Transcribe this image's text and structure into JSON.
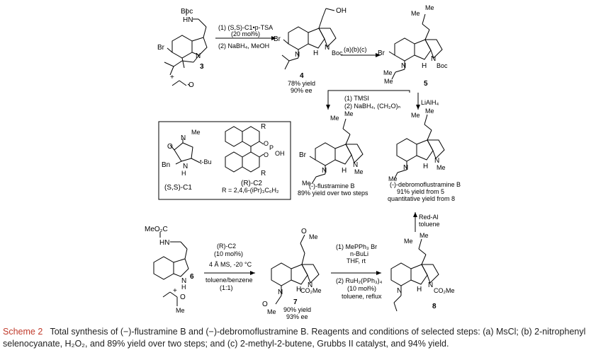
{
  "scheme_label": "Scheme 2",
  "caption_text": "Total synthesis of (−)-flustramine B and (−)-debromoflustramine B. Reagents and conditions of selected steps: (a) MsCl; (b) 2-nitrophenyl selenocyanate, H₂O₂, and 89% yield over two steps; and (c) 2-methyl-2-butene, Grubbs II catalyst, and 94% yield.",
  "top_left": {
    "compound_number": "3",
    "label_boc": "Boc",
    "label_hn": "HN",
    "label_br": "Br",
    "label_n": "N",
    "label_plus": "+",
    "label_o": "O"
  },
  "arrow1": {
    "line1": "(1) (S,S)-C1•p-TSA",
    "line2": "(20 mol%)",
    "line3": "(2) NaBH₄, MeOH"
  },
  "compound4": {
    "number": "4",
    "yield": "78% yield",
    "ee": "90% ee",
    "oh": "OH",
    "br": "Br",
    "n_boc": "N",
    "boc": "Boc",
    "h": "H",
    "n": "N"
  },
  "arrow2": {
    "label": "(a)(b)(c)"
  },
  "compound5": {
    "number": "5",
    "me1": "Me",
    "me2": "Me",
    "me3": "Me",
    "me4": "Me",
    "br": "Br",
    "n": "N",
    "h": "H",
    "n_boc": "N",
    "boc": "Boc"
  },
  "arrow3": {
    "line1": "(1) TMSI",
    "line2": "(2) NaBH₄, (CH₂O)ₙ"
  },
  "arrow4": {
    "label": "LiAlH₄"
  },
  "box": {
    "c1_label": "(S,S)-C1",
    "c2_label": "(R)-C2",
    "c2_sub": "R = 2,4,6-(iPr)₃C₆H₂",
    "o": "O",
    "n": "N",
    "me": "Me",
    "bn": "Bn",
    "h": "H",
    "tbu": "t-Bu",
    "r": "R",
    "p": "P",
    "oh": "OH"
  },
  "flustramine": {
    "name": "(-)-flustramine B",
    "yield": "89% yield over two steps",
    "me1": "Me",
    "me2": "Me",
    "br": "Br",
    "n": "N",
    "h": "H",
    "n_me": "N",
    "me_n": "Me",
    "me3": "Me"
  },
  "debromo": {
    "name": "(-)-debromoflustramine B",
    "yield1": "91% yield from 5",
    "yield2": "quantitative yield from 8",
    "me1": "Me",
    "me2": "Me",
    "n": "N",
    "h": "H",
    "n_me": "N",
    "me_n": "Me",
    "me3": "Me"
  },
  "arrow5": {
    "line1": "Red-Al",
    "line2": "toluene"
  },
  "compound6": {
    "number": "6",
    "meo2c": "MeO₂C",
    "hn": "HN",
    "nh": "N",
    "h": "H",
    "plus": "+",
    "o": "O",
    "me": "Me"
  },
  "arrow6": {
    "line1": "(R)-C2",
    "line2": "(10 mol%)",
    "line3": "4 Å MS, -20 °C",
    "line4": "toluene/benzene",
    "line5": "(1:1)"
  },
  "compound7": {
    "number": "7",
    "yield": "90% yield",
    "ee": "93% ee",
    "o1": "O",
    "me1": "Me",
    "n": "N",
    "h": "H",
    "n_co2me": "N",
    "co2me": "CO₂Me",
    "o2": "O",
    "me2": "Me"
  },
  "arrow7": {
    "line1": "(1) MePPh₃ Br",
    "line2": "n-BuLi",
    "line3": "THF, rt",
    "line4": "(2) RuH₂(PPh₃)₄",
    "line5": "(10 mol%)",
    "line6": "toluene, reflux"
  },
  "compound8": {
    "number": "8",
    "me1": "Me",
    "me2": "Me",
    "n": "N",
    "h": "H",
    "n_co2me": "N",
    "co2me": "CO₂Me"
  }
}
